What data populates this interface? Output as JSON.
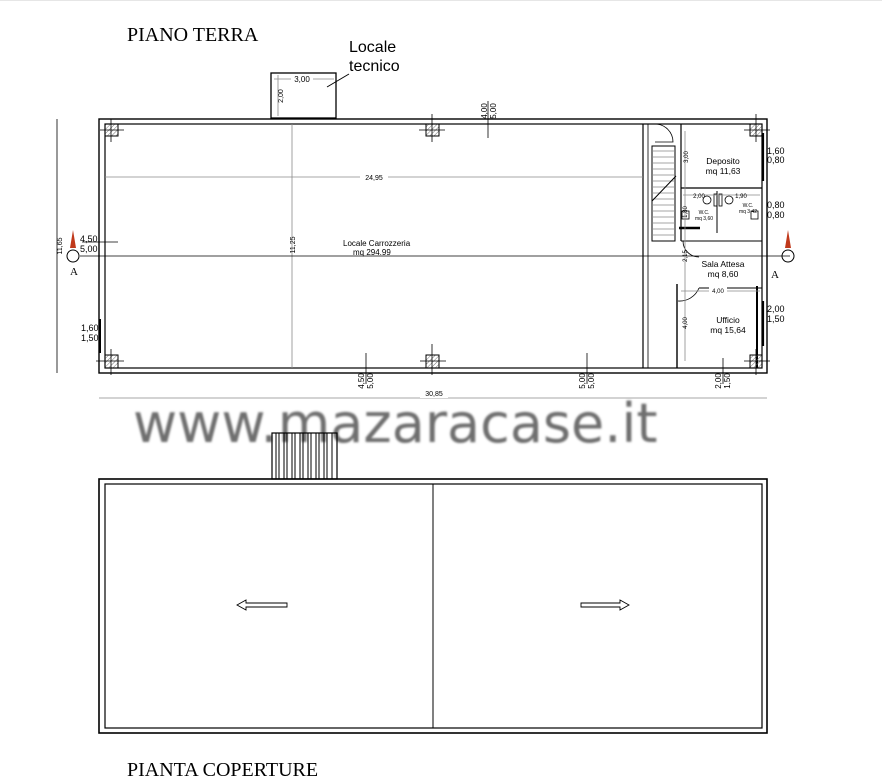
{
  "titles": {
    "ground_floor": "PIANO TERRA",
    "roof_plan": "PIANTA COPERTURE"
  },
  "annex": {
    "label_line1": "Locale",
    "label_line2": "tecnico",
    "width": "3,00",
    "depth": "2,00"
  },
  "rooms": {
    "main": {
      "name": "Locale Carrozzeria",
      "area": "mq  294.99"
    },
    "deposito": {
      "name": "Deposito",
      "area": "mq  11,63"
    },
    "wc1": {
      "name": "W.C.",
      "area": "mq  3,60"
    },
    "wc2": {
      "name": "W.C.",
      "area": "mq  3,42"
    },
    "sala": {
      "name": "Sala  Attesa",
      "area": "mq  8,60"
    },
    "ufficio": {
      "name": "Ufficio",
      "area": "mq  15,64"
    }
  },
  "dimensions": {
    "inner_length": "24,95",
    "inner_depth": "11,25",
    "total_depth": "11,65",
    "total_length": "30,85",
    "top_opening_a": "4,00",
    "top_opening_b": "5,00",
    "left_window_a": "4,50",
    "left_window_b": "5,00",
    "left_lower_a": "1,60",
    "left_lower_b": "1,50",
    "bottom_1a": "4,50",
    "bottom_1b": "5,00",
    "bottom_2a": "5,00",
    "bottom_2b": "5,00",
    "bottom_3a": "2,00",
    "bottom_3b": "1,50",
    "right_1a": "1,60",
    "right_1b": "0,80",
    "right_2a": "0,80",
    "right_2b": "0,80",
    "right_3a": "2,00",
    "right_3b": "1,50",
    "deposito_depth": "3,00",
    "wc1_width": "2,00",
    "wc2_width": "1,90",
    "wc_depth": "1,80",
    "corridor": "2,15",
    "ufficio_width": "4,00",
    "ufficio_depth": "4,00"
  },
  "section_marks": {
    "left": "A",
    "right": "A"
  },
  "watermark": "www.mazaracase.it",
  "colors": {
    "line": "#000000",
    "dimension": "#8a8a8a",
    "north_arrow": "#c0391b",
    "hatch": "#777777"
  }
}
